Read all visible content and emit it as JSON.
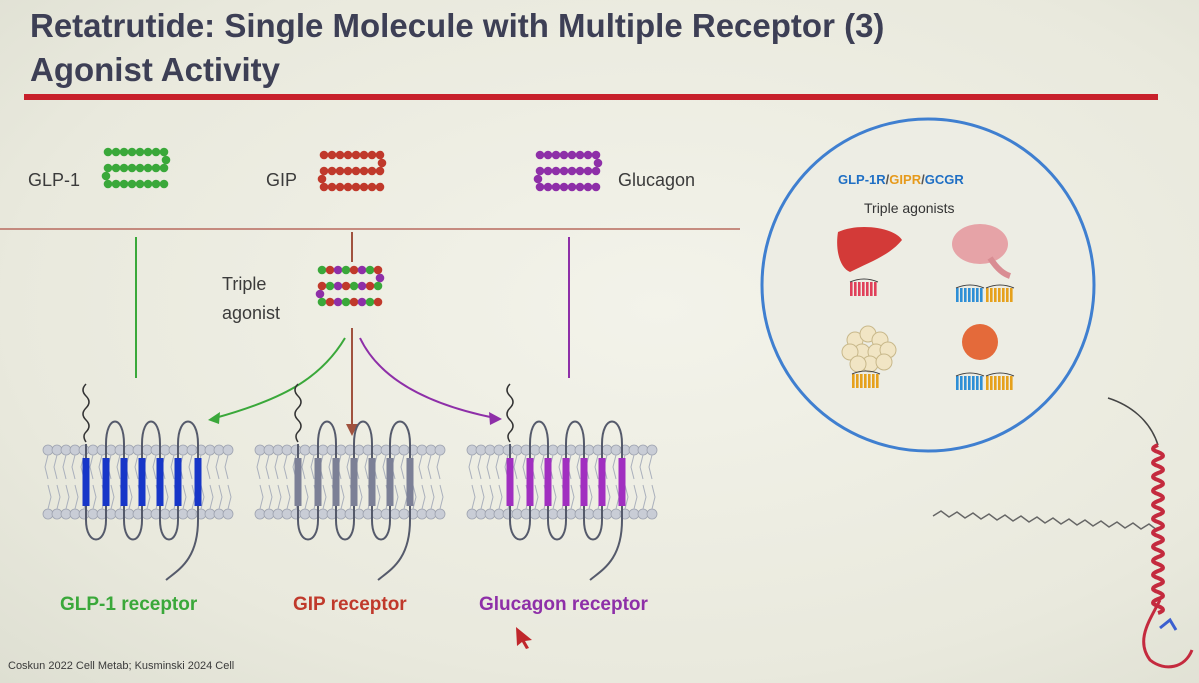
{
  "slide": {
    "title_line1": "Retatrutide: Single Molecule with Multiple Receptor (3)",
    "title_line2": "Agonist Activity",
    "citation": "Coskun 2022 Cell Metab; Kusminski 2024 Cell"
  },
  "colors": {
    "title": "#3d3f55",
    "rule": "#c8202b",
    "glp1": "#3aa83a",
    "gip": "#c0392b",
    "glucagon": "#8e2fa8",
    "glp1_receptor_helix": "#1736c8",
    "glucagon_receptor_helix": "#a12fc0",
    "circle": "#3f7fd0"
  },
  "hormones": {
    "glp1_label": "GLP-1",
    "gip_label": "GIP",
    "glucagon_label": "Glucagon",
    "triple_label": "Triple agonist"
  },
  "receptors": {
    "glp1_label": "GLP-1 receptor",
    "gip_label": "GIP receptor",
    "glucagon_label": "Glucagon receptor"
  },
  "circle": {
    "title_parts": [
      "GLP-1R",
      "/",
      "GIPR",
      "/",
      "GCGR"
    ],
    "subtitle": "Triple agonists",
    "organs": [
      "liver-icon",
      "brain-icon",
      "adipose-icon",
      "pancreas-icon"
    ]
  }
}
